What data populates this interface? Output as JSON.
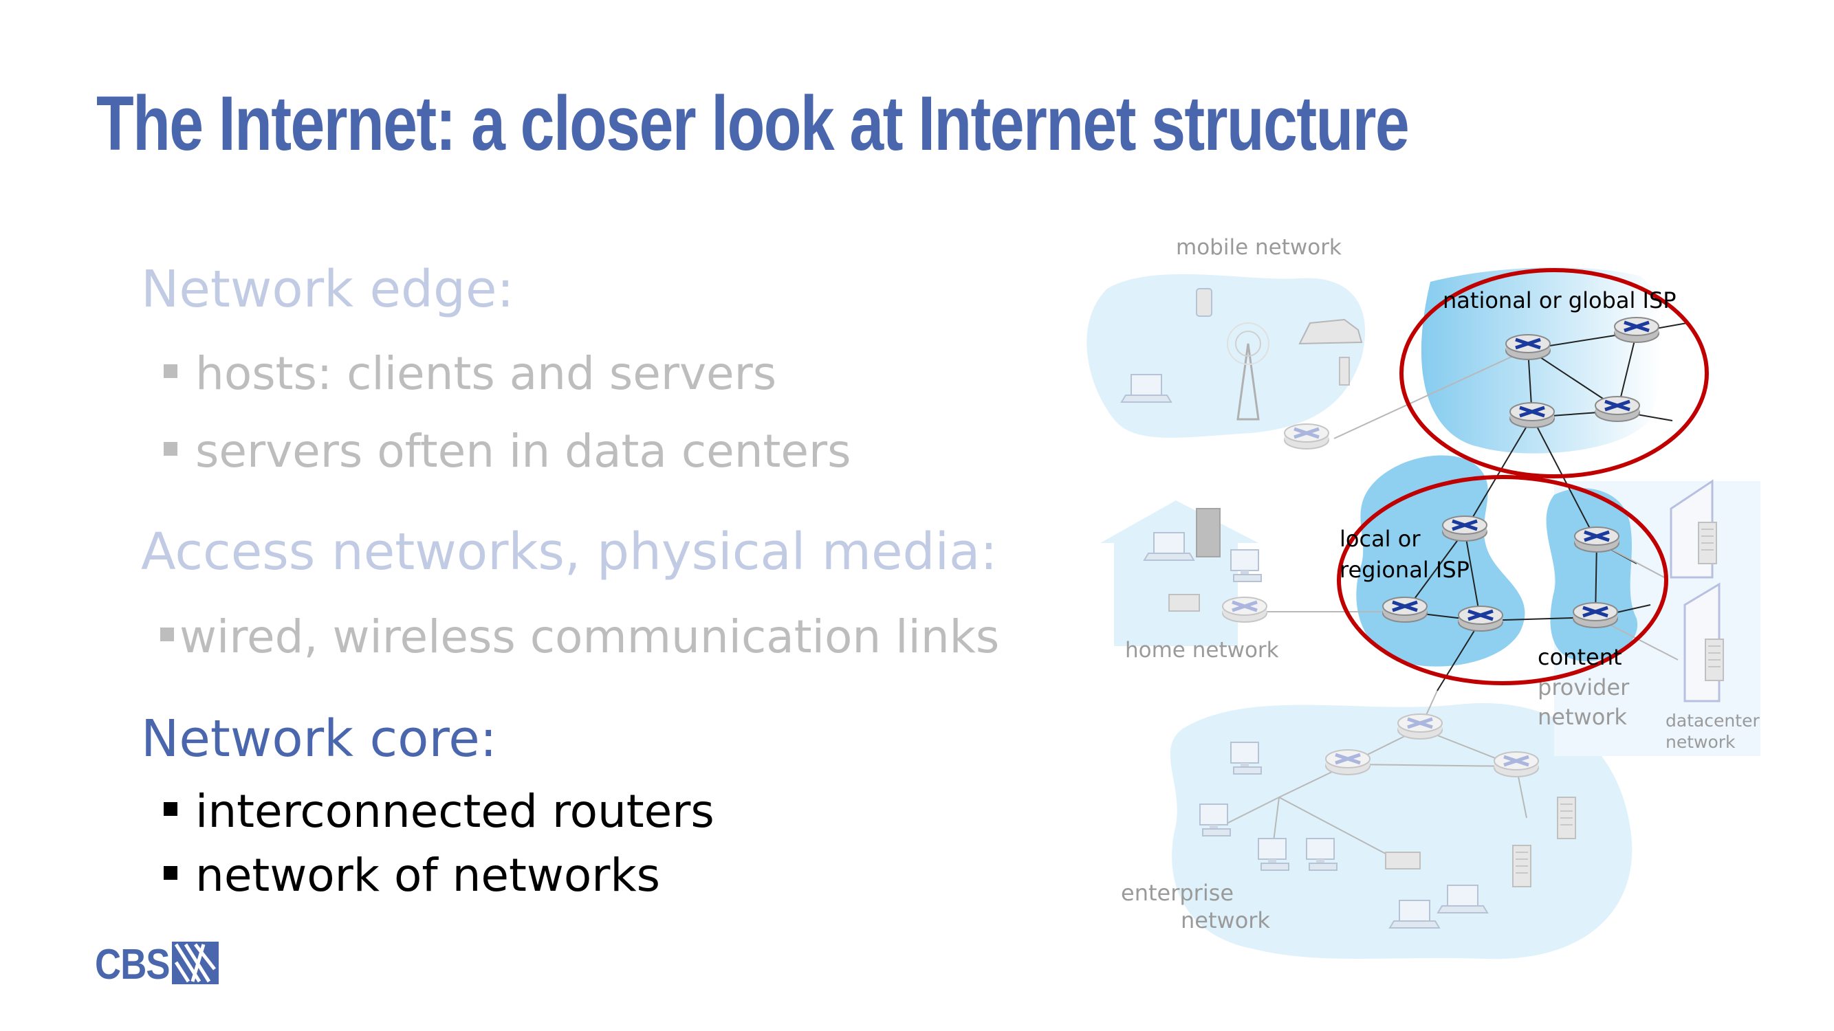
{
  "title": "The Internet: a closer look at Internet structure",
  "edge": {
    "heading": "Network edge:",
    "bullets": [
      "hosts: clients and servers",
      "servers often in data centers"
    ]
  },
  "access": {
    "heading": "Access networks, physical media:",
    "bullets": [
      "wired, wireless communication links"
    ]
  },
  "core": {
    "heading": "Network core:",
    "bullets": [
      "interconnected routers",
      "network of networks"
    ]
  },
  "logo": {
    "text": "CBS",
    "icon": "cbs-logo-icon"
  },
  "diagram": {
    "labels": {
      "mobile": "mobile network",
      "national": "national or global ISP",
      "local1": "local or",
      "local2": "regional ISP",
      "home": "home network",
      "content1": "content",
      "content2": "provider",
      "content3": "network",
      "datacenter1": "datacenter",
      "datacenter2": "network",
      "enterprise1": "enterprise",
      "enterprise2": "network"
    },
    "colors": {
      "cloud": "#dff1fb",
      "isp": "#8fd0f0",
      "highlight": "#c00000",
      "router": "#dcdcdc",
      "router_x": "#1a3a9e"
    }
  }
}
